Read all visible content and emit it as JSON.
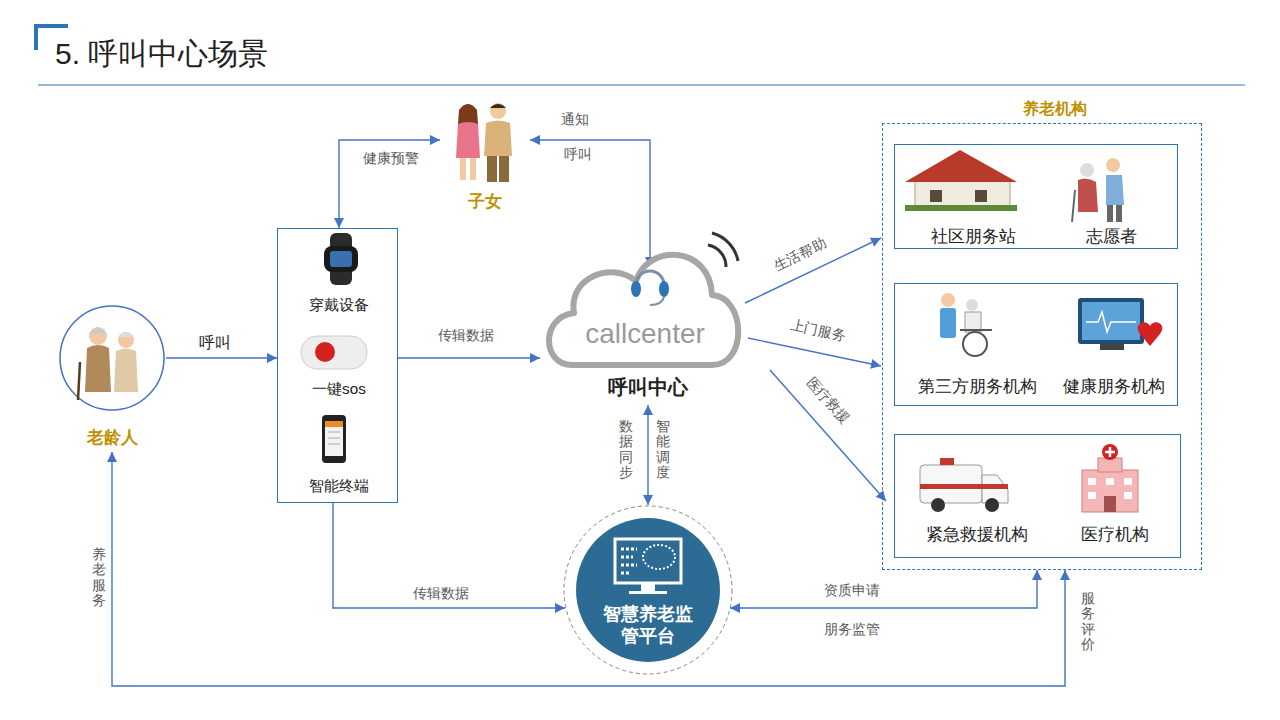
{
  "diagram": {
    "title": "5. 呼叫中心场景",
    "nodes": [
      {
        "text": [
          "老龄人"
        ]
      },
      {
        "text": [
          "穿戴设备",
          "一键sos",
          "智能终端"
        ]
      },
      {
        "text": [
          "子女"
        ]
      },
      {
        "text": [
          "callcenter",
          "呼叫中心"
        ]
      },
      {
        "text": [
          "智慧养老监管平台"
        ]
      },
      {
        "text": [
          "养老机构"
        ]
      },
      {
        "text": [
          "社区朋务站",
          "志愿者"
        ],
        "in": 5
      },
      {
        "text": [
          "第三方朋务机构",
          "健康朋务机构"
        ],
        "in": 5
      },
      {
        "text": [
          "紧急救援机构",
          "医疗机构"
        ],
        "in": 5
      }
    ],
    "edges": [
      {
        "from": 0,
        "to": 1,
        "arrow": "to",
        "label": "呼叫"
      },
      {
        "from": 1,
        "to": 2,
        "arrow": "both",
        "label": "健康预警"
      },
      {
        "from": 1,
        "to": 3,
        "arrow": "to",
        "label": "传辑数据"
      },
      {
        "from": 3,
        "to": 2,
        "arrow": "both",
        "label": "通知"
      },
      {
        "from": 3,
        "to": 6,
        "arrow": "to",
        "label": "生活帮助"
      },
      {
        "from": 3,
        "to": 7,
        "arrow": "to",
        "label": "上门服务"
      },
      {
        "from": 3,
        "to": 8,
        "arrow": "to",
        "label": "医疗救援"
      },
      {
        "from": 3,
        "to": 4,
        "arrow": "both",
        "label": "数据同步"
      },
      {
        "from": 1,
        "to": 4,
        "arrow": "to",
        "label": "传辑数据"
      },
      {
        "from": 4,
        "to": 5,
        "arrow": "both",
        "label": "资质申请"
      },
      {
        "from": 5,
        "to": 0,
        "arrow": "both",
        "label": "养老服务"
      }
    ],
    "labels": [
      "呼叫",
      "智能调度",
      "朋务监管",
      "服务评价"
    ]
  }
}
